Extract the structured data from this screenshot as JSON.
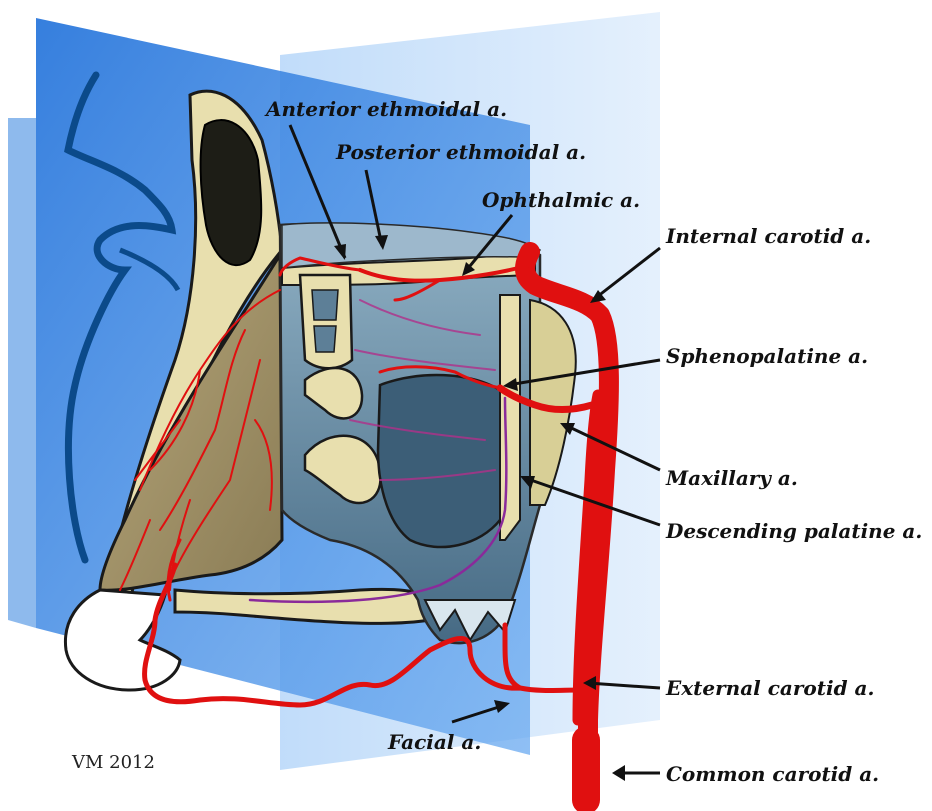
{
  "labels": {
    "anterior_ethmoidal": "Anterior ethmoidal a.",
    "posterior_ethmoidal": "Posterior ethmoidal a.",
    "ophthalmic": "Ophthalmic a.",
    "internal_carotid": "Internal carotid a.",
    "sphenopalatine": "Sphenopalatine a.",
    "maxillary": "Maxillary a.",
    "descending_palatine": "Descending palatine a.",
    "external_carotid": "External carotid a.",
    "facial": "Facial a.",
    "common_carotid": "Common carotid a."
  },
  "signature": "VM 2012",
  "colors": {
    "artery": "#e01010",
    "plane": "#2f7fe0",
    "bone": "#e8dfae",
    "cavity": "#5d7f97",
    "skin_outline": "#0b4a8a"
  }
}
